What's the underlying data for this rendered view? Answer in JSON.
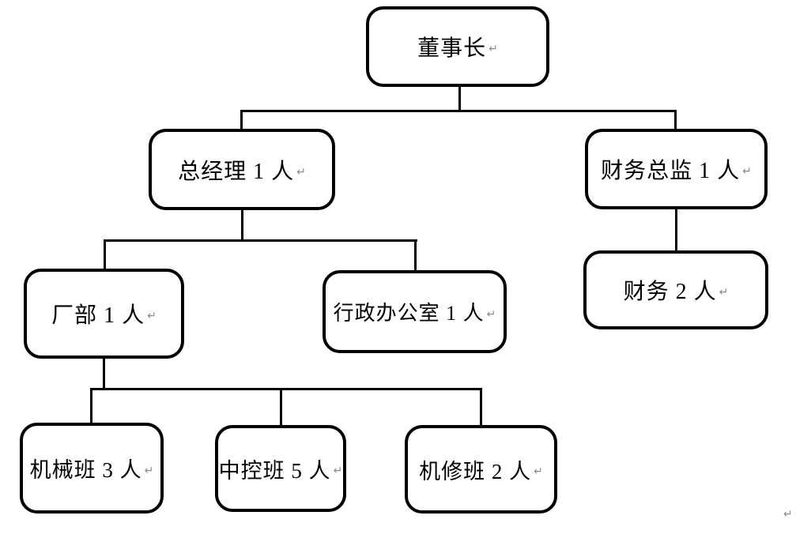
{
  "diagram": {
    "type": "org-chart",
    "background_color": "#ffffff",
    "stroke_color": "#000000",
    "return_mark": "↵",
    "nodes": {
      "chairman": {
        "label": "董事长",
        "headcount": null
      },
      "gm": {
        "label": "总经理 1 人",
        "headcount": 1
      },
      "cfo": {
        "label": "财务总监 1 人",
        "headcount": 1
      },
      "factory": {
        "label": "厂部 1 人",
        "headcount": 1
      },
      "admin_office": {
        "label": "行政办公室 1 人",
        "headcount": 1
      },
      "finance": {
        "label": "财务 2 人",
        "headcount": 2
      },
      "mechanical_team": {
        "label": "机械班 3 人",
        "headcount": 3
      },
      "control_team": {
        "label": "中控班 5 人",
        "headcount": 5
      },
      "repair_team": {
        "label": "机修班 2 人",
        "headcount": 2
      }
    },
    "edges": [
      {
        "from": "chairman",
        "to": "gm"
      },
      {
        "from": "chairman",
        "to": "cfo"
      },
      {
        "from": "gm",
        "to": "factory"
      },
      {
        "from": "gm",
        "to": "admin_office"
      },
      {
        "from": "cfo",
        "to": "finance"
      },
      {
        "from": "factory",
        "to": "mechanical_team"
      },
      {
        "from": "factory",
        "to": "control_team"
      },
      {
        "from": "factory",
        "to": "repair_team"
      }
    ]
  }
}
